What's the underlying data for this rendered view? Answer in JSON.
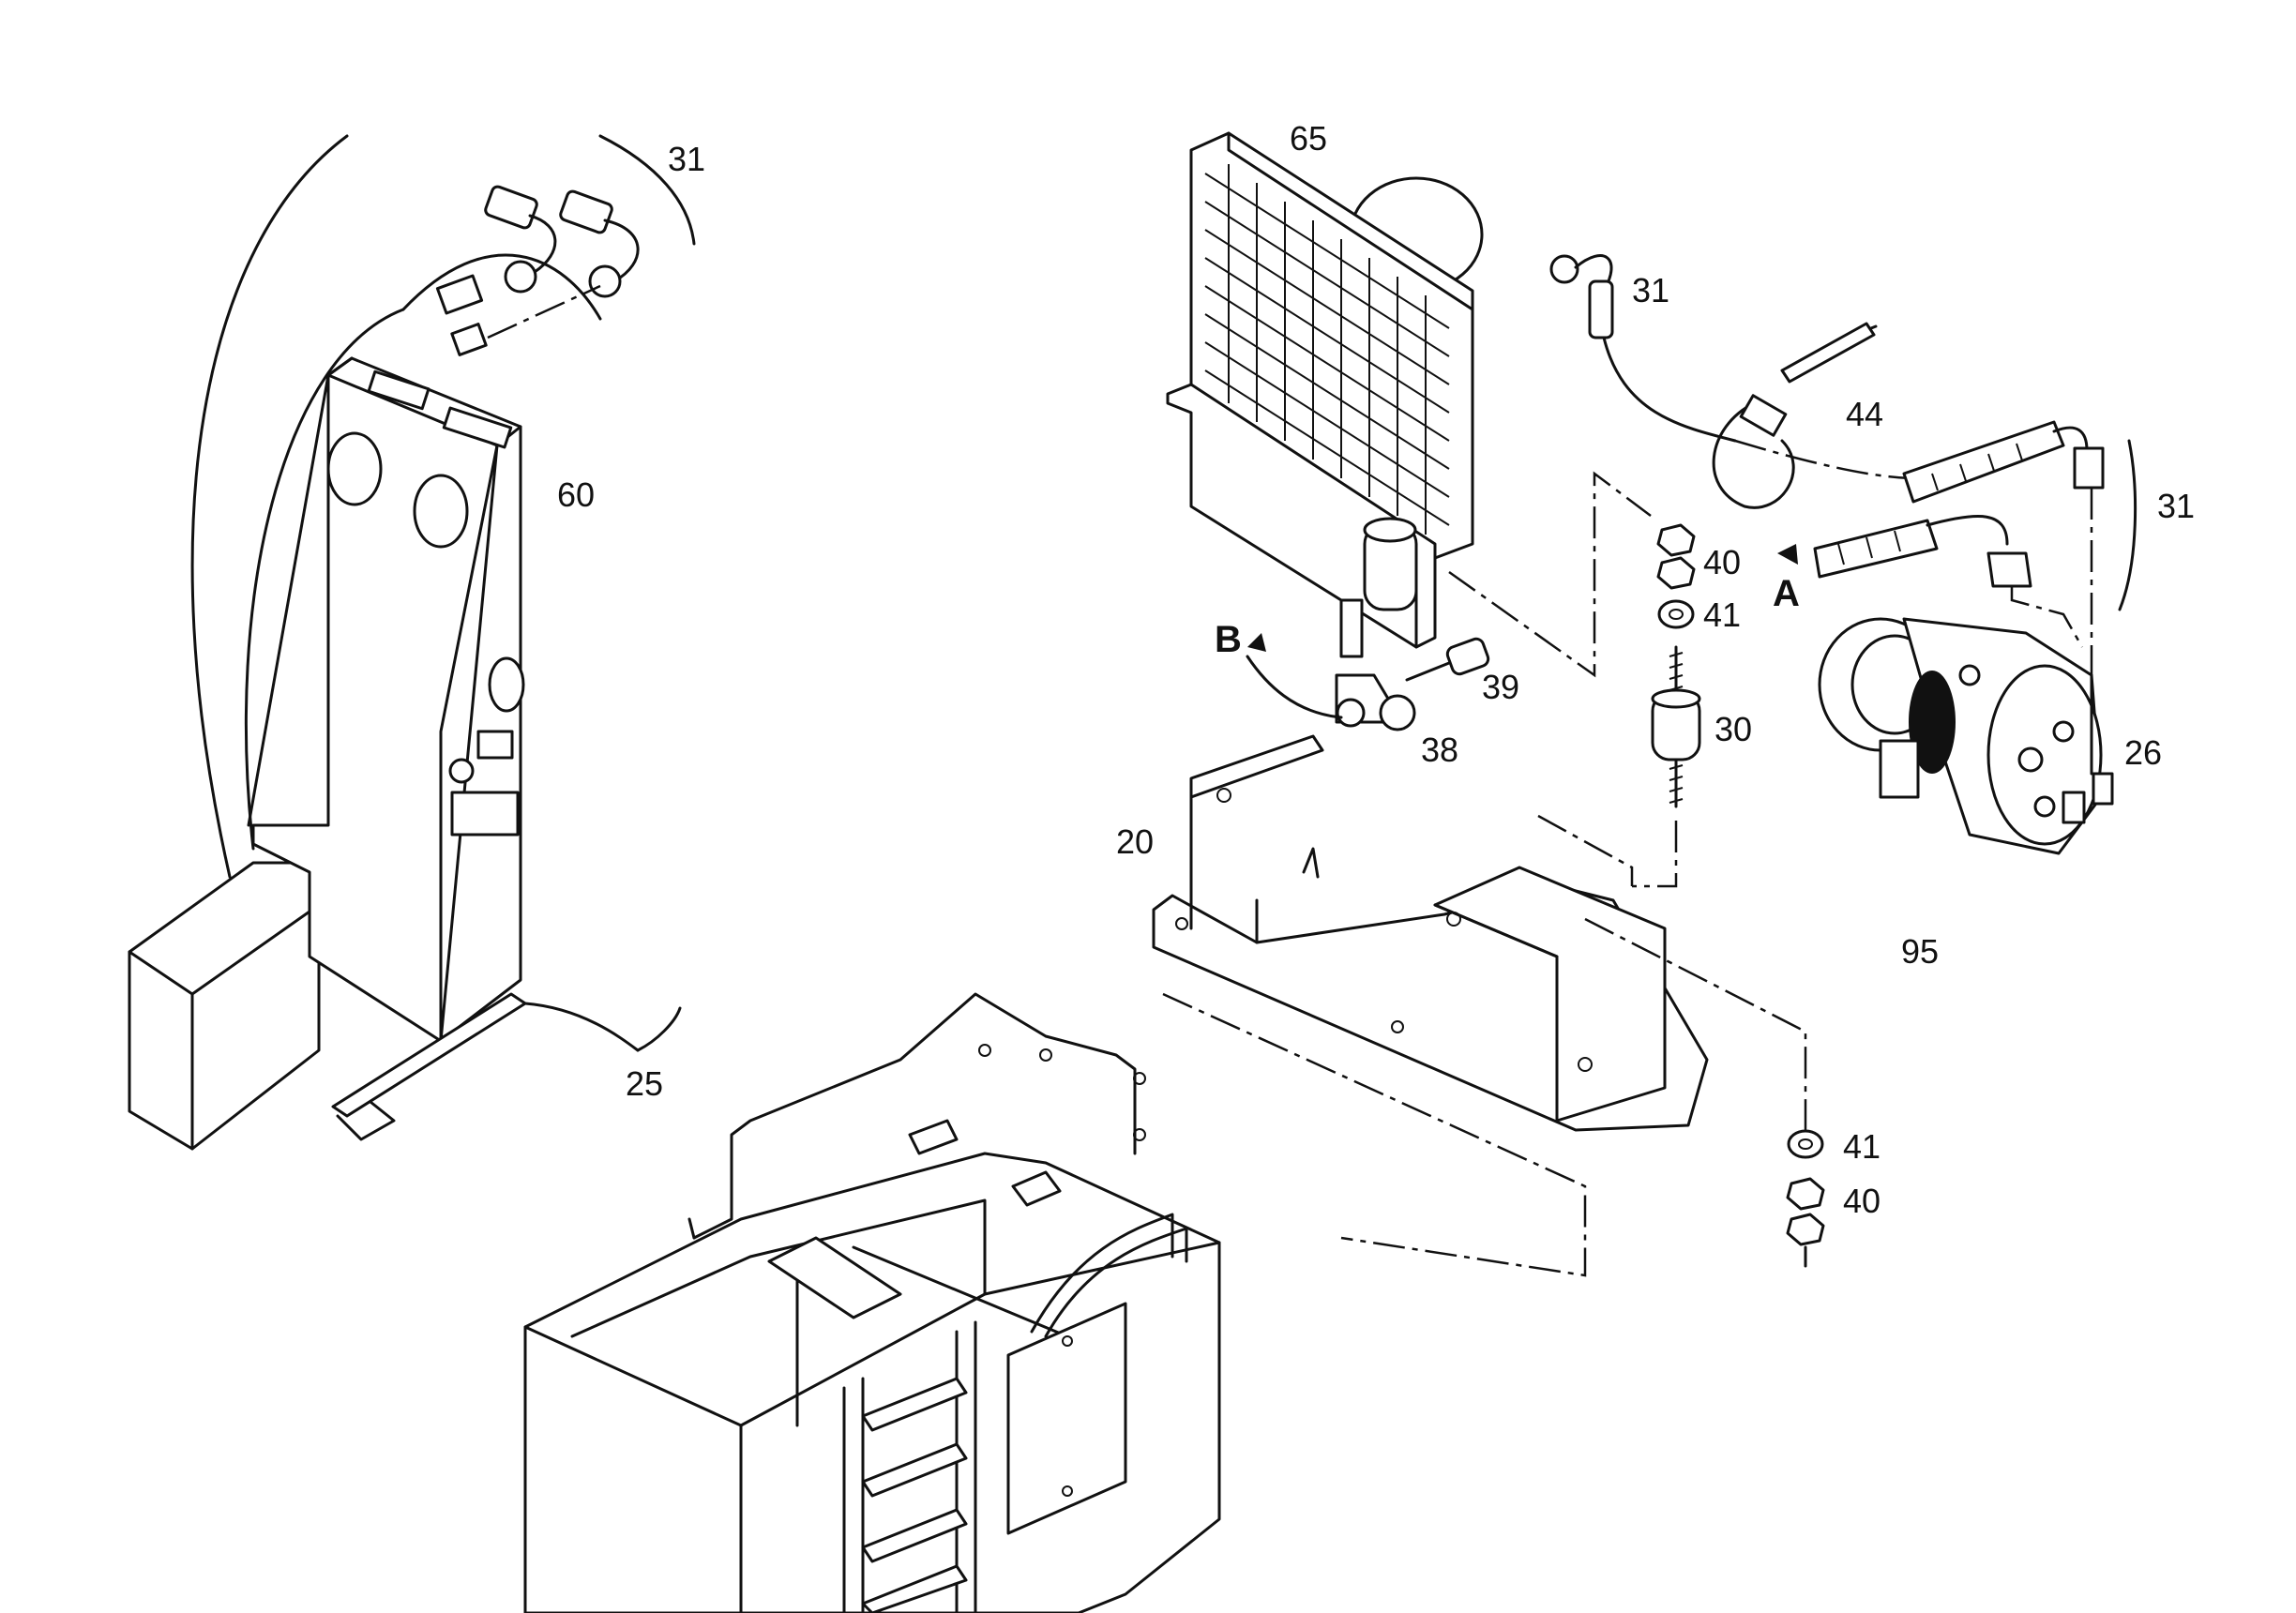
{
  "callouts": {
    "c31_top": "31",
    "c31_mid": "31",
    "c31_right": "31",
    "c65": "65",
    "c60": "60",
    "c44": "44",
    "c40_upper": "40",
    "c41_upper": "41",
    "c40_lower": "40",
    "c41_lower": "41",
    "c39": "39",
    "c38": "38",
    "c30": "30",
    "c26": "26",
    "c95": "95",
    "c20": "20",
    "c25": "25",
    "view_a": "A",
    "view_b": "B"
  }
}
